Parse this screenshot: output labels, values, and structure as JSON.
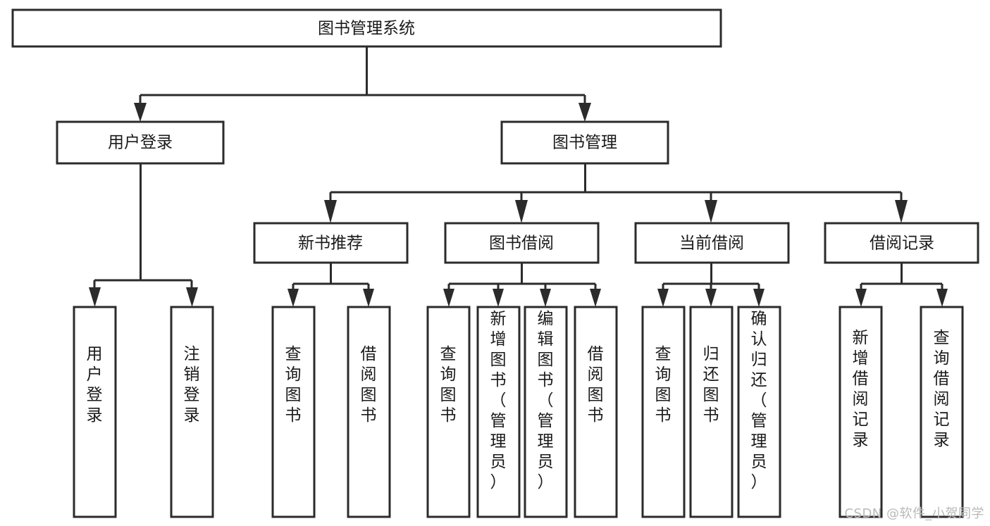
{
  "diagram": {
    "title": "图书管理系统",
    "type": "tree-hierarchy",
    "orientation": "top-down",
    "root": {
      "label": "图书管理系统"
    },
    "level2": [
      {
        "label": "用户登录"
      },
      {
        "label": "图书管理"
      }
    ],
    "level3": [
      {
        "label": "新书推荐"
      },
      {
        "label": "图书借阅"
      },
      {
        "label": "当前借阅"
      },
      {
        "label": "借阅记录"
      }
    ],
    "leaves": [
      {
        "label": "用户登录",
        "parent": "用户登录"
      },
      {
        "label": "注销登录",
        "parent": "用户登录"
      },
      {
        "label": "查询图书",
        "parent": "新书推荐"
      },
      {
        "label": "借阅图书",
        "parent": "新书推荐"
      },
      {
        "label": "查询图书",
        "parent": "图书借阅"
      },
      {
        "label": "新增图书（管理员）",
        "parent": "图书借阅"
      },
      {
        "label": "编辑图书（管理员）",
        "parent": "图书借阅"
      },
      {
        "label": "借阅图书",
        "parent": "图书借阅"
      },
      {
        "label": "查询图书",
        "parent": "当前借阅"
      },
      {
        "label": "归还图书",
        "parent": "当前借阅"
      },
      {
        "label": "确认归还（管理员）",
        "parent": "当前借阅"
      },
      {
        "label": "新增借阅记录",
        "parent": "借阅记录"
      },
      {
        "label": "查询借阅记录",
        "parent": "借阅记录"
      }
    ],
    "colors": {
      "box_stroke": "#2b2b2b",
      "box_fill": "#ffffff",
      "connector": "#2b2b2b",
      "text": "#1a1a1a",
      "background": "#ffffff",
      "watermark": "#b9b9b9"
    }
  },
  "watermark": {
    "text": "CSDN @软件_小贺同学"
  }
}
